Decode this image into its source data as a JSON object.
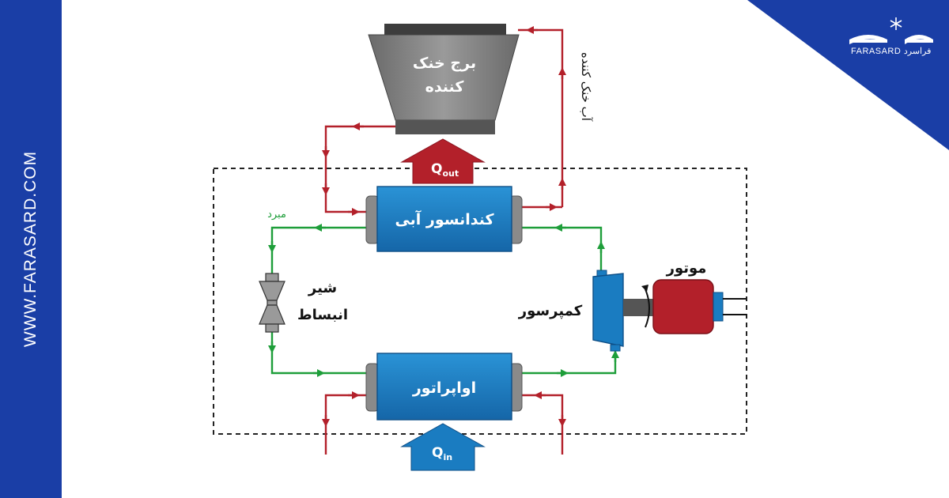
{
  "brand": {
    "website": "WWW.FARASARD.COM",
    "logo_text": "FARASARD فراسرد",
    "colors": {
      "brand_blue": "#1a3ea6",
      "refrigerant_green": "#1e9e3a",
      "water_red": "#b3202a",
      "component_blue": "#1a7cc1",
      "motor_red": "#b3202a"
    }
  },
  "diagram": {
    "cooling_tower_label": "برج خنک کننده",
    "cooling_tower_water_label": "آب خنک کننده",
    "heat_out_label": "Q",
    "heat_out_sub": "out",
    "condenser_label": "کندانسور آبی",
    "refrigerant_label": "مبرد",
    "expansion_valve_label_1": "شیر",
    "expansion_valve_label_2": "انبساط",
    "compressor_label": "کمپرسور",
    "motor_label": "موتور",
    "evaporator_label": "اواپراتور",
    "heat_in_label": "Q",
    "heat_in_sub": "in"
  }
}
